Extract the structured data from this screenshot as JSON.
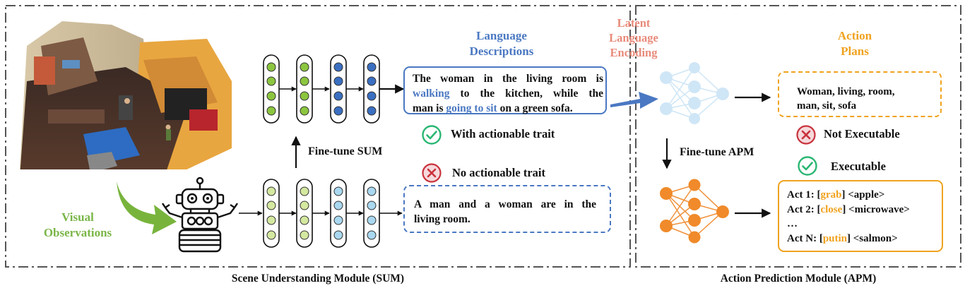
{
  "modules": {
    "sum_label": "Scene Understanding Module (SUM)",
    "apm_label": "Action Prediction Module (APM)"
  },
  "headings": {
    "visual_line1": "Visual",
    "visual_line2": "Observations",
    "lang_desc_line1": "Language",
    "lang_desc_line2": "Descriptions",
    "latent_line1": "Latent",
    "latent_line2": "Language",
    "latent_line3": "Encoding",
    "action_line1": "Action",
    "action_line2": "Plans"
  },
  "finetune": {
    "sum": "Fine-tune SUM",
    "apm": "Fine-tune APM"
  },
  "traits": {
    "with": "With actionable trait",
    "without": "No actionable trait"
  },
  "description_good": {
    "part1": "The woman in the living room is",
    "walking": "walking",
    "part2": "to the kitchen, while the",
    "part3": "man is",
    "going": "going to sit",
    "part4": "on a green sofa."
  },
  "description_bad": {
    "line1": "A man and a woman are in the",
    "line2": "living room."
  },
  "keywords": {
    "line1": "Woman, living, room,",
    "line2": "man, sit, sofa"
  },
  "executability": {
    "not": "Not Executable",
    "yes": "Executable"
  },
  "acts": [
    {
      "prefix": "Act 1: [",
      "verb": "grab",
      "suffix": "] <apple>"
    },
    {
      "prefix": "Act 2: [",
      "verb": "close",
      "suffix": "] <microwave>"
    },
    {
      "prefix": "…",
      "verb": "",
      "suffix": ""
    },
    {
      "prefix": "Act N: [",
      "verb": "putin",
      "suffix": "] <salmon>"
    }
  ],
  "colors": {
    "blue_accent": "#4a78c2",
    "orange_accent": "#f0a21e",
    "green_accent": "#7ab648",
    "salmon_accent": "#e88a7a",
    "check_green": "#2bb673",
    "cross_red": "#c8323c"
  }
}
